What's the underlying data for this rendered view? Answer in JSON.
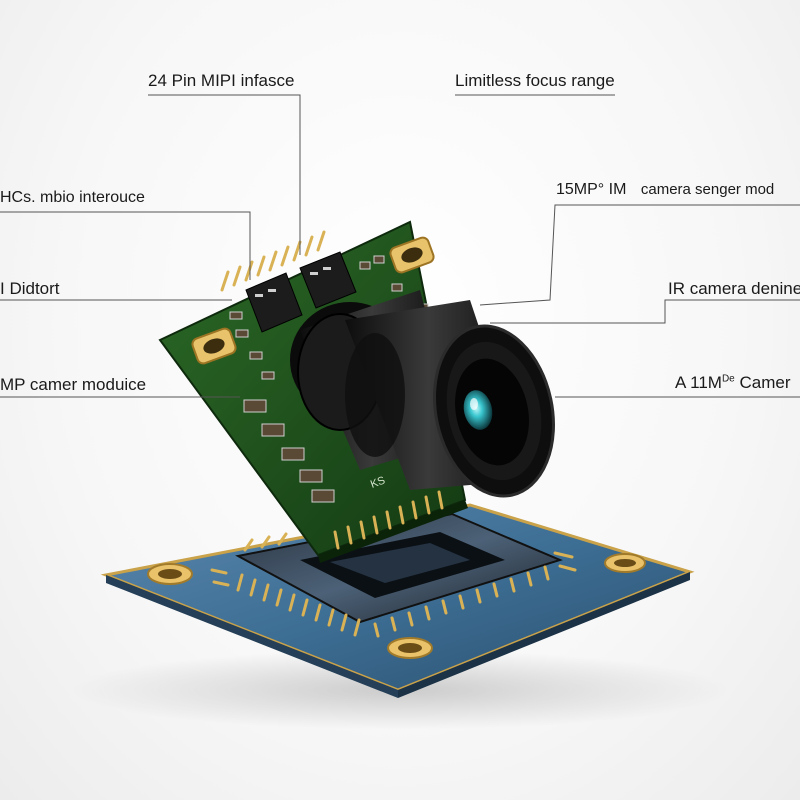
{
  "labels": {
    "pin_interface": "24 Pin MIPI infasce",
    "focus_range": "Limitless focus range",
    "hcs_interface": "HCs. mbio interouce",
    "sensor_module": "15MP° IM",
    "sensor_module_suffix": "camera senger mod",
    "distortion": "I Didtort",
    "ir_camera": "IR camera denine",
    "camera_module_left": "MP camer moduice",
    "camera_module_right": "A 11M",
    "camera_module_right_sup": "De",
    "camera_module_right_suffix": "Camer"
  },
  "board_marking": "KS",
  "colors": {
    "pcb_green": "#1f4d1c",
    "base_board": "#3d6e94",
    "gold": "#c9a24a",
    "lens_black": "#141414",
    "lens_glass": "#39c6cf",
    "leader_line": "#555555"
  }
}
